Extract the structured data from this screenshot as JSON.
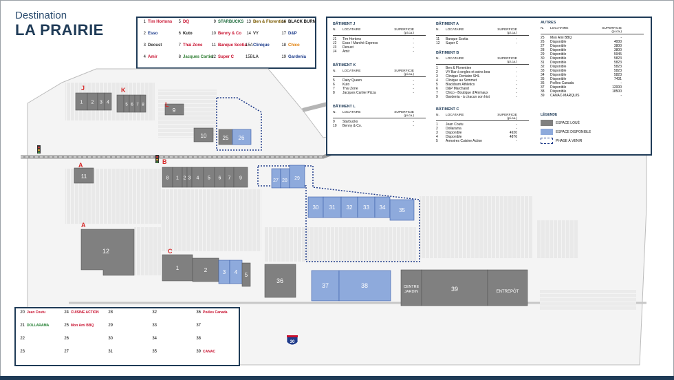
{
  "header": {
    "line1": "Destination",
    "line2": "LA PRAIRIE"
  },
  "logos": [
    {
      "n": "1",
      "brand": "Tim Hortons",
      "color": "#c8102e"
    },
    {
      "n": "2",
      "brand": "Esso",
      "color": "#1a3a8a"
    },
    {
      "n": "3",
      "brand": "Deoust",
      "color": "#333333"
    },
    {
      "n": "4",
      "brand": "Amir",
      "color": "#c8102e"
    },
    {
      "n": "5",
      "brand": "DQ",
      "color": "#c8102e"
    },
    {
      "n": "6",
      "brand": "Kuto",
      "color": "#111111"
    },
    {
      "n": "7",
      "brand": "Thai Zone",
      "color": "#c8102e"
    },
    {
      "n": "8",
      "brand": "Jacques Cartier",
      "color": "#2e7d32"
    },
    {
      "n": "9",
      "brand": "STARBUCKS",
      "color": "#1e6b3c"
    },
    {
      "n": "10",
      "brand": "Benny & Co",
      "color": "#c8102e"
    },
    {
      "n": "11",
      "brand": "Banque Scotia",
      "color": "#c8102e"
    },
    {
      "n": "12",
      "brand": "Super C",
      "color": "#c8102e"
    },
    {
      "n": "13",
      "brand": "Ben & Florentine",
      "color": "#7a5a00"
    },
    {
      "n": "14",
      "brand": "VY",
      "color": "#333333"
    },
    {
      "n": "15A",
      "brand": "Clinique",
      "color": "#1a3a8a"
    },
    {
      "n": "15B",
      "brand": "LA",
      "color": "#333333"
    },
    {
      "n": "16",
      "brand": "BLACK BURN",
      "color": "#111111"
    },
    {
      "n": "17",
      "brand": "D&P",
      "color": "#1a3a8a"
    },
    {
      "n": "18",
      "brand": "Chico",
      "color": "#e07b00"
    },
    {
      "n": "19",
      "brand": "Gardenia",
      "color": "#1a3a8a"
    }
  ],
  "tables": {
    "col_no": "N.",
    "col_tenant": "LOCATAIRE",
    "col_area": "SUPERFICIE (pi.ca.)",
    "bat_j": {
      "title": "BÂTIMENT J",
      "rows": [
        {
          "n": "J1",
          "t": "Tim Hortons",
          "a": "-"
        },
        {
          "n": "J2",
          "t": "Esso / Marché Express",
          "a": "-"
        },
        {
          "n": "J3",
          "t": "Deoust",
          "a": "-"
        },
        {
          "n": "J4",
          "t": "Amir",
          "a": "-"
        }
      ]
    },
    "bat_k": {
      "title": "BÂTIMENT K",
      "rows": [
        {
          "n": "5",
          "t": "Dairy Queen",
          "a": "-"
        },
        {
          "n": "6",
          "t": "Kuto",
          "a": "-"
        },
        {
          "n": "7",
          "t": "Thai Zone",
          "a": "-"
        },
        {
          "n": "8",
          "t": "Jacques Cartier Pizza",
          "a": "-"
        }
      ]
    },
    "bat_l": {
      "title": "BÂTIMENT L",
      "rows": [
        {
          "n": "9",
          "t": "Starbucks",
          "a": "-"
        },
        {
          "n": "10",
          "t": "Benny & Co.",
          "a": "-"
        }
      ]
    },
    "bat_a": {
      "title": "BÂTIMENT A",
      "rows": [
        {
          "n": "11",
          "t": "Banque Scotia",
          "a": "-"
        },
        {
          "n": "12",
          "t": "Super C",
          "a": "-"
        }
      ]
    },
    "bat_b": {
      "title": "BÂTIMENT B",
      "rows": [
        {
          "n": "1",
          "t": "Ben & Florentine",
          "a": "-"
        },
        {
          "n": "2",
          "t": "VY Bar à ongles et soins beauté",
          "a": "-"
        },
        {
          "n": "3",
          "t": "Clinique Dentaire SHL",
          "a": "-"
        },
        {
          "n": "4",
          "t": "Clinique au Sommet",
          "a": "-"
        },
        {
          "n": "5",
          "t": "Blackburn Athletics",
          "a": "-"
        },
        {
          "n": "6",
          "t": "D&P Marchand",
          "a": "-"
        },
        {
          "n": "7",
          "t": "Chico - Boutique d'Animaux",
          "a": "-"
        },
        {
          "n": "9",
          "t": "Gardenia - à chacun son histoire",
          "a": "-"
        }
      ]
    },
    "bat_c": {
      "title": "BÂTIMENT C",
      "rows": [
        {
          "n": "1",
          "t": "Jean Coutu",
          "a": "-"
        },
        {
          "n": "2",
          "t": "Dollarama",
          "a": "-"
        },
        {
          "n": "3",
          "t": "Disponible",
          "a": "4920"
        },
        {
          "n": "4",
          "t": "Disponible",
          "a": "4876"
        },
        {
          "n": "5",
          "t": "Armoires Cuisine Action",
          "a": "-"
        }
      ]
    },
    "autres": {
      "title": "AUTRES",
      "rows": [
        {
          "n": "25",
          "t": "Mon Ami BBQ",
          "a": "-"
        },
        {
          "n": "26",
          "t": "Disponible",
          "a": "4000"
        },
        {
          "n": "27",
          "t": "Disponible",
          "a": "3800"
        },
        {
          "n": "28",
          "t": "Disponible",
          "a": "3800"
        },
        {
          "n": "29",
          "t": "Disponible",
          "a": "5945"
        },
        {
          "n": "30",
          "t": "Disponible",
          "a": "5823"
        },
        {
          "n": "31",
          "t": "Disponible",
          "a": "5823"
        },
        {
          "n": "32",
          "t": "Disponible",
          "a": "5823"
        },
        {
          "n": "33",
          "t": "Disponible",
          "a": "5823"
        },
        {
          "n": "34",
          "t": "Disponible",
          "a": "5823"
        },
        {
          "n": "35",
          "t": "Disponible",
          "a": "7431"
        },
        {
          "n": "36",
          "t": "Poêles Canada",
          "a": "-"
        },
        {
          "n": "37",
          "t": "Disponible",
          "a": "12000"
        },
        {
          "n": "38",
          "t": "Disponible",
          "a": "18500"
        },
        {
          "n": "39",
          "t": "CANAC-MARQUIS",
          "a": "-"
        }
      ]
    }
  },
  "legend": {
    "title": "LÉGENDE",
    "leased": "ESPACE LOUÉ",
    "available": "ESPACE DISPONIBLE",
    "future": "PHASE À VENIR",
    "leased_color": "#808080",
    "available_color": "#8eaadc",
    "future_color": "#1f3b8a"
  },
  "bottom_logos": [
    {
      "n": "20",
      "brand": "Jean Coutu"
    },
    {
      "n": "21",
      "brand": "DOLLARAMA"
    },
    {
      "n": "22",
      "brand": ""
    },
    {
      "n": "23",
      "brand": ""
    },
    {
      "n": "24",
      "brand": "CUISINE ACTION"
    },
    {
      "n": "25",
      "brand": "Mon Ami BBQ"
    },
    {
      "n": "26",
      "brand": ""
    },
    {
      "n": "27",
      "brand": ""
    },
    {
      "n": "28",
      "brand": ""
    },
    {
      "n": "29",
      "brand": ""
    },
    {
      "n": "30",
      "brand": ""
    },
    {
      "n": "31",
      "brand": ""
    },
    {
      "n": "32",
      "brand": ""
    },
    {
      "n": "33",
      "brand": ""
    },
    {
      "n": "34",
      "brand": ""
    },
    {
      "n": "35",
      "brand": ""
    },
    {
      "n": "36",
      "brand": "Poêles Canada"
    },
    {
      "n": "37",
      "brand": ""
    },
    {
      "n": "38",
      "brand": ""
    },
    {
      "n": "39",
      "brand": "CANAC"
    }
  ],
  "map": {
    "building_letters": [
      "J",
      "K",
      "L",
      "A",
      "B",
      "A",
      "C"
    ],
    "units": {
      "j": [
        "1",
        "2",
        "3",
        "4"
      ],
      "k": [
        "5",
        "6",
        "7",
        "8"
      ],
      "l9": "9",
      "l10": "10",
      "u25": "25",
      "u26": "26",
      "a11": "11",
      "b": [
        "8",
        "1",
        "2",
        "3",
        "4",
        "5",
        "6",
        "7",
        "9"
      ],
      "u27": "27",
      "u28": "28",
      "u29": "29",
      "row30": [
        "30",
        "31",
        "32",
        "33",
        "34",
        "35"
      ],
      "a12": "12",
      "c": [
        "1",
        "2",
        "3",
        "4",
        "5"
      ],
      "u36": "36",
      "u37": "37",
      "u38": "38",
      "centre_jardin": "CENTRE JARDIN",
      "u39": "39",
      "entrepot": "ENTREPÔT"
    },
    "highway": "30"
  }
}
